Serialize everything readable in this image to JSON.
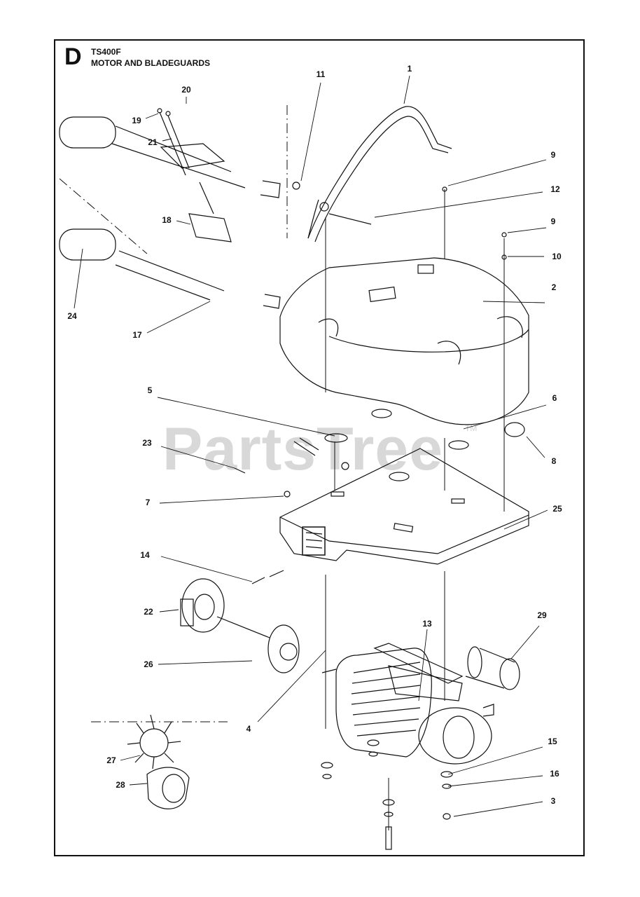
{
  "header": {
    "section_letter": "D",
    "model": "TS400F",
    "title": "MOTOR AND BLADEGUARDS"
  },
  "watermark": {
    "text": "PartsTree",
    "tm": "TM"
  },
  "callouts": [
    {
      "label": "1"
    },
    {
      "label": "2"
    },
    {
      "label": "3"
    },
    {
      "label": "4"
    },
    {
      "label": "5"
    },
    {
      "label": "6"
    },
    {
      "label": "7"
    },
    {
      "label": "8"
    },
    {
      "label": "9"
    },
    {
      "label": "9"
    },
    {
      "label": "10"
    },
    {
      "label": "11"
    },
    {
      "label": "12"
    },
    {
      "label": "13"
    },
    {
      "label": "14"
    },
    {
      "label": "15"
    },
    {
      "label": "16"
    },
    {
      "label": "17"
    },
    {
      "label": "18"
    },
    {
      "label": "19"
    },
    {
      "label": "20"
    },
    {
      "label": "21"
    },
    {
      "label": "22"
    },
    {
      "label": "23"
    },
    {
      "label": "24"
    },
    {
      "label": "25"
    },
    {
      "label": "26"
    },
    {
      "label": "27"
    },
    {
      "label": "28"
    },
    {
      "label": "29"
    }
  ]
}
